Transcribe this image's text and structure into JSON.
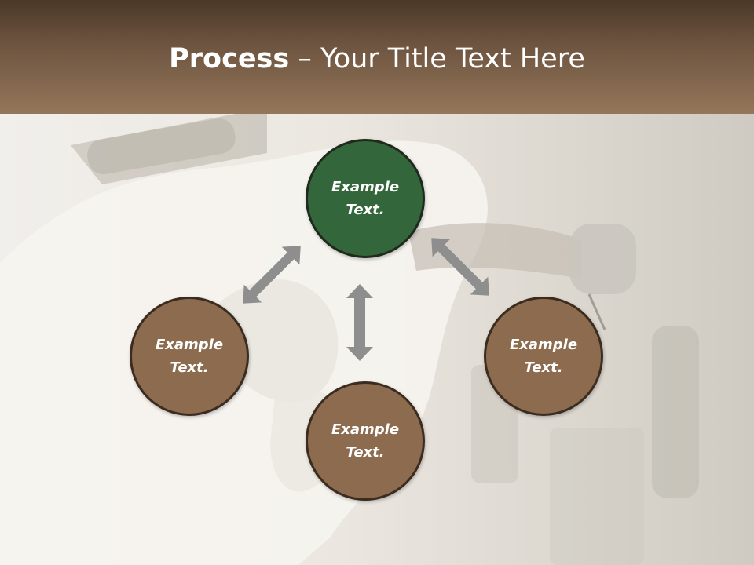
{
  "slide": {
    "title_bold": "Process",
    "title_rest": " – Your Title Text Here"
  },
  "nodes": {
    "top": {
      "label": "Example\nText."
    },
    "left": {
      "label": "Example\nText."
    },
    "right": {
      "label": "Example\nText."
    },
    "bottom": {
      "label": "Example\nText."
    }
  },
  "colors": {
    "title_band": "#6e5540",
    "node_brown": "#8c6b4f",
    "node_green": "#33663a",
    "arrow": "#8e8e8e"
  },
  "icons": {
    "arrows": [
      "double-arrow-diagonal-left",
      "double-arrow-vertical",
      "double-arrow-diagonal-right"
    ]
  }
}
